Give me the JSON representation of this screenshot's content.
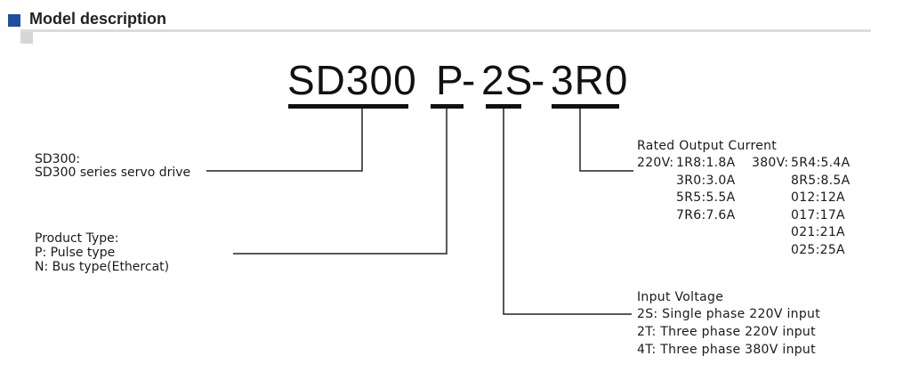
{
  "header": {
    "title": "Model description",
    "accent_color": "#1f4ea1",
    "square_gray": "#d6d6d6",
    "rule_color": "#dcdcdc"
  },
  "model_code": {
    "series": "SD300",
    "type": "P",
    "dash1": "-",
    "voltage": "2S",
    "dash2": "-",
    "current": "3R0"
  },
  "series_note": {
    "title": "SD300:",
    "desc": "SD300 series servo drive"
  },
  "product_type": {
    "title": "Product Type:",
    "options": [
      "P: Pulse type",
      "N: Bus type(Ethercat)"
    ]
  },
  "rated_current": {
    "title": "Rated Output Current",
    "v220_label": "220V:",
    "v220": [
      "1R8:1.8A",
      "3R0:3.0A",
      "5R5:5.5A",
      "7R6:7.6A"
    ],
    "v380_label": "380V:",
    "v380": [
      "5R4:5.4A",
      "8R5:8.5A",
      "012:12A",
      "017:17A",
      "021:21A",
      "025:25A"
    ]
  },
  "input_voltage": {
    "title": "Input Voltage",
    "options": [
      "2S:  Single phase 220V input",
      "2T:  Three phase 220V input",
      "4T:  Three phase 380V input"
    ]
  }
}
